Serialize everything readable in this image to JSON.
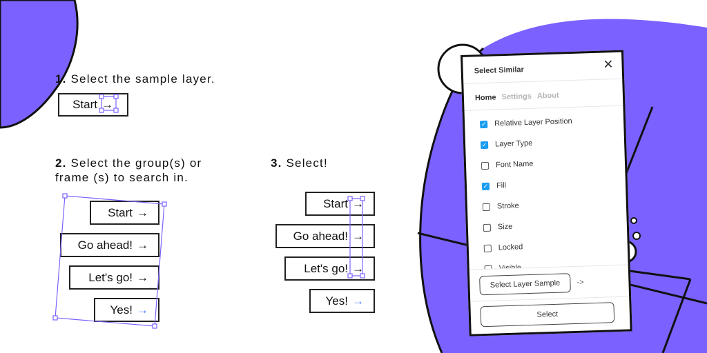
{
  "colors": {
    "accent": "#7B61FF",
    "checkbox": "#1A9CF0",
    "arrow_blue": "#4F7CFF"
  },
  "steps": [
    {
      "num": "1.",
      "text": "Select the sample layer."
    },
    {
      "num": "2.",
      "text": "Select the group(s) or frame (s) to search in."
    },
    {
      "num": "3.",
      "text": "Select!"
    }
  ],
  "buttons": {
    "start": "Start",
    "go": "Go ahead!",
    "lets": "Let's go!",
    "yes": "Yes!",
    "arrow": "→"
  },
  "panel": {
    "title": "Select Similar",
    "close": "✕",
    "tabs": [
      {
        "label": "Home",
        "active": true
      },
      {
        "label": "Settings",
        "active": false
      },
      {
        "label": "About",
        "active": false
      }
    ],
    "options": [
      {
        "label": "Relative Layer Position",
        "checked": true
      },
      {
        "label": "Layer Type",
        "checked": true
      },
      {
        "label": "Font Name",
        "checked": false
      },
      {
        "label": "Fill",
        "checked": true
      },
      {
        "label": "Stroke",
        "checked": false
      },
      {
        "label": "Size",
        "checked": false
      },
      {
        "label": "Locked",
        "checked": false
      },
      {
        "label": "Visible",
        "checked": false
      }
    ],
    "sample_button": "Select Layer Sample",
    "sample_arrow": "->",
    "select_button": "Select"
  }
}
